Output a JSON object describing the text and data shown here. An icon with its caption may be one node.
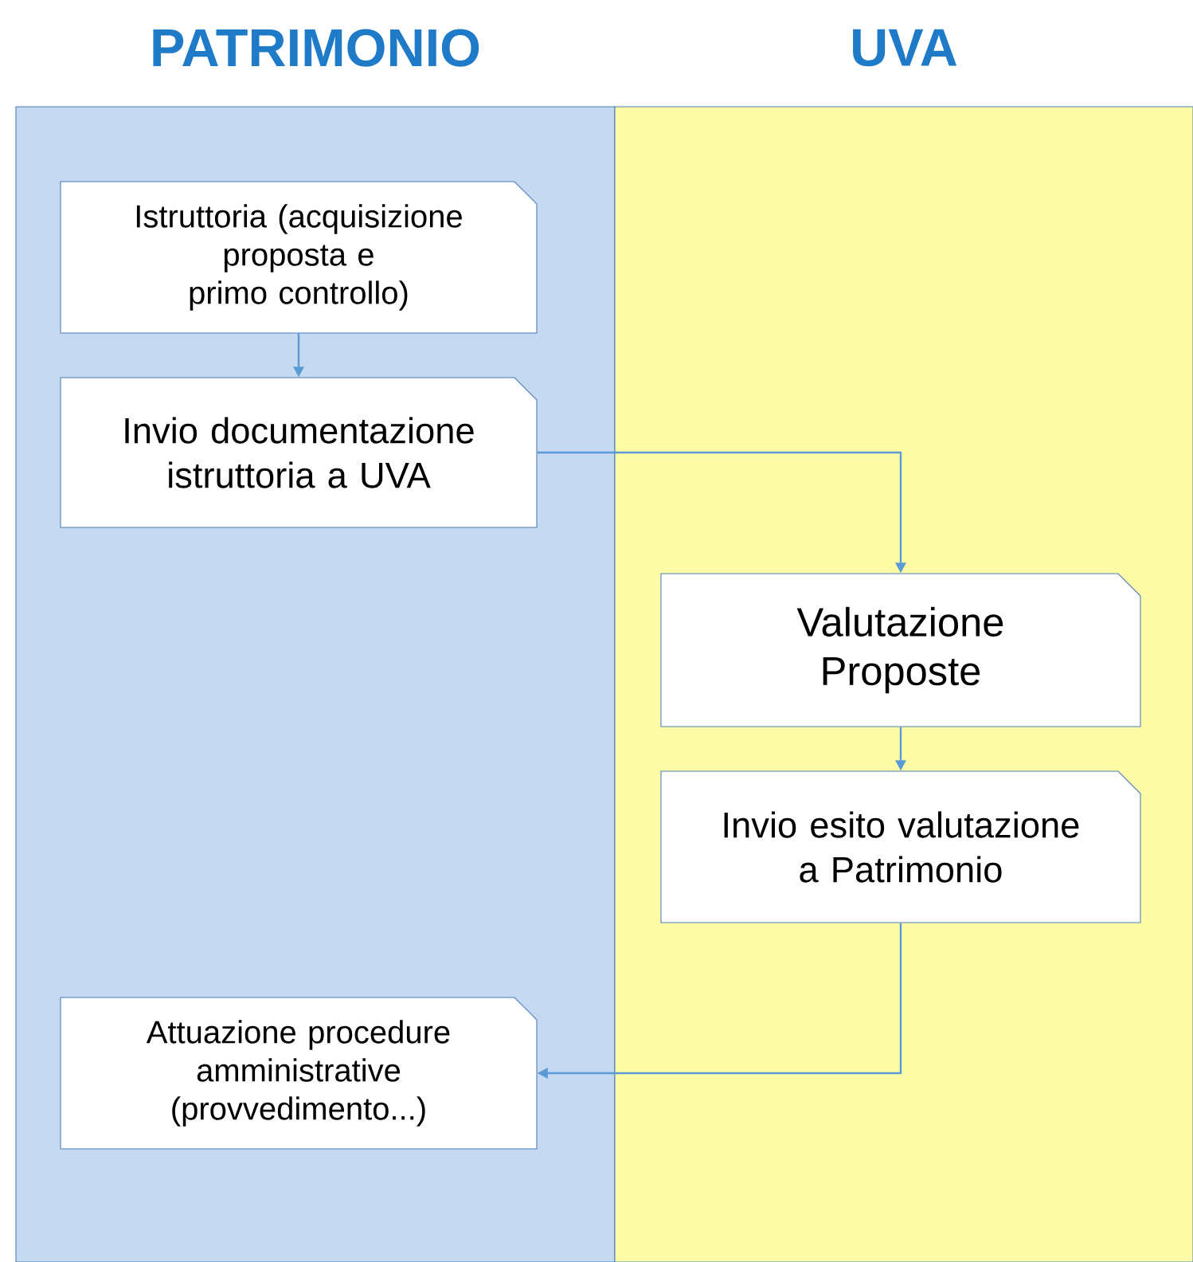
{
  "diagram": {
    "nodes": [
      {
        "text": [
          "PATRIMONIO"
        ]
      },
      {
        "text": [
          "Istruttoria (acquisizione proposta e primo controllo)"
        ],
        "in": 0
      },
      {
        "text": [
          "Invio documentazione istruttoria a UVA"
        ],
        "in": 0
      },
      {
        "text": [
          "UVA"
        ]
      },
      {
        "text": [
          "Valutazione Proposte"
        ],
        "in": 3
      },
      {
        "text": [
          "Invio esito valutazione a Patrimonio"
        ],
        "in": 3
      },
      {
        "text": [
          "Attuazione procedure amministrative (provvedimento...)"
        ],
        "in": 0
      }
    ],
    "edges": [
      {
        "from": 1,
        "to": 2,
        "arrow": "to"
      },
      {
        "from": 2,
        "to": 4,
        "arrow": "to"
      },
      {
        "from": 4,
        "to": 5,
        "arrow": "to"
      },
      {
        "from": 5,
        "to": 6,
        "arrow": "to"
      }
    ]
  }
}
